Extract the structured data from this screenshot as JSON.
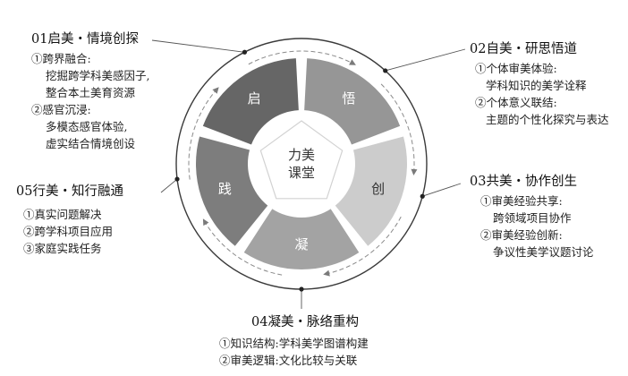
{
  "center": {
    "line1": "力美",
    "line2": "课堂"
  },
  "segments": [
    {
      "label": "启",
      "color": "#666666"
    },
    {
      "label": "悟",
      "color": "#969696"
    },
    {
      "label": "创",
      "color": "#cccccc"
    },
    {
      "label": "凝",
      "color": "#a3a3a3"
    },
    {
      "label": "践",
      "color": "#7d7d7d"
    }
  ],
  "blocks": {
    "b1": {
      "title": "01启美・情境创探",
      "items": [
        "①跨界融合:",
        "挖掘跨学科美感因子,",
        "整合本土美育资源",
        "②感官沉浸:",
        "多模态感官体验,",
        "虚实结合情境创设"
      ]
    },
    "b2": {
      "title": "02自美・研思悟道",
      "items": [
        "①个体审美体验:",
        "学科知识的美学诠释",
        "②个体意义联结:",
        "主题的个性化探究与表达"
      ]
    },
    "b3": {
      "title": "03共美・协作创生",
      "items": [
        "①审美经验共享:",
        "跨领域项目协作",
        "②审美经验创新:",
        "争议性美学议题讨论"
      ]
    },
    "b4": {
      "title": "04凝美・脉络重构",
      "items": [
        "①知识结构:学科美学图谱构建",
        "②审美逻辑:文化比较与关联"
      ]
    },
    "b5": {
      "title": "05行美・知行融通",
      "items": [
        "①真实问题解决",
        "②跨学科项目应用",
        "③家庭实践任务"
      ]
    }
  }
}
